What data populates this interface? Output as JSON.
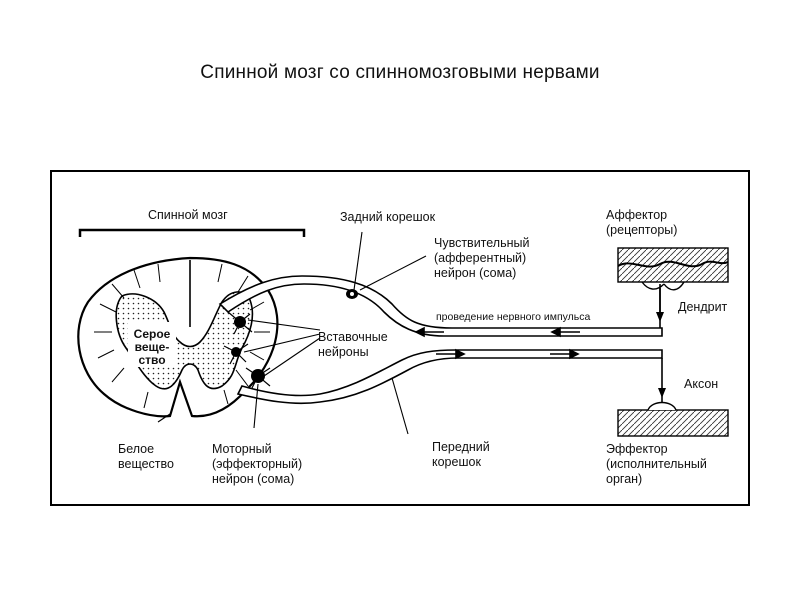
{
  "slide": {
    "title": "Спинной мозг со спинномозговыми нервами"
  },
  "figure": {
    "labels": {
      "spinal_cord": "Спинной  мозг",
      "dorsal_root": "Задний корешок",
      "sensory_neuron": [
        "Чувствительный",
        "(афферентный)",
        "нейрон (сома)"
      ],
      "afferent": [
        "Аффектор",
        "(рецепторы)"
      ],
      "impulse": "проведение нервного импульса",
      "dendrite": "Дендрит",
      "interneurons": [
        "Вставочные",
        "нейроны"
      ],
      "gray_matter": [
        "Серое",
        "веще-",
        "ство"
      ],
      "axon": "Аксон",
      "white_matter": [
        "Белое",
        "вещество"
      ],
      "motor_neuron": [
        "Моторный",
        "(эффекторный)",
        "нейрон (сома)"
      ],
      "ventral_root": [
        "Передний",
        "корешок"
      ],
      "effector": [
        "Эффектор",
        "(исполнительный",
        "орган)"
      ]
    }
  }
}
